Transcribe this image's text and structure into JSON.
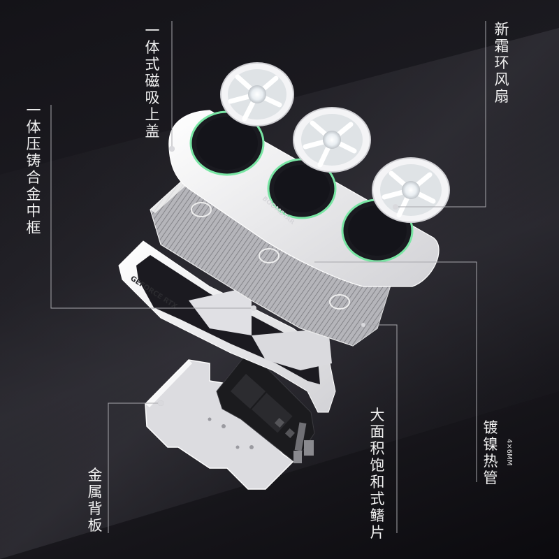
{
  "labels": {
    "top_cover": "一体式磁吸上盖",
    "fans": "新霜环风扇",
    "midframe": "一体压铸合金中框",
    "fins": "大面积饱和式鳍片",
    "heatpipe": "镀镍热管",
    "heatpipe_spec": "4×6MM",
    "backplate": "金属背板"
  },
  "product_text": {
    "frame_print": "GEFORCE RTX",
    "cover_badge": "BOOMSTAR"
  },
  "colors": {
    "background": "#16151a",
    "white_part": "#f1f1f3",
    "fin_gray": "#b9b9bd",
    "accent_green": "#79e6a4",
    "pcb": "#1a1a1c",
    "leader_line": "#9a9a9f"
  }
}
